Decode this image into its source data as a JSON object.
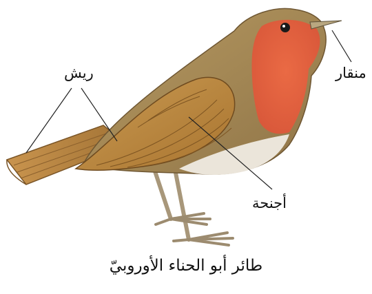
{
  "labels": {
    "feathers": "ريش",
    "beak": "منقار",
    "wings": "أجنحة"
  },
  "caption": "طائر أبو الحناء الأوروبيّ",
  "colors": {
    "body_brown": "#b38a4e",
    "wing_brown": "#c08a44",
    "breast_orange": "#e0603a",
    "belly": "#e8e2d6",
    "legs": "#b8a88a",
    "leader_line": "#222222"
  }
}
